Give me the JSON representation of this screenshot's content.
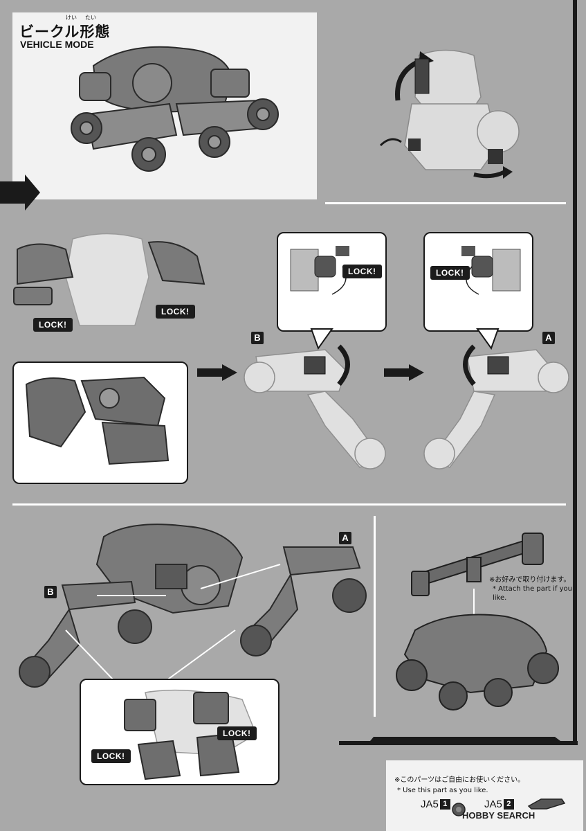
{
  "header": {
    "title_jp": "ビークル形態",
    "ruby_left": "けい",
    "ruby_right": "たい",
    "title_en": "VEHICLE MODE"
  },
  "locks": {
    "lock1": "LOCK!",
    "lock2": "LOCK!",
    "lock3": "LOCK!",
    "lock4": "LOCK!",
    "lock5": "LOCK!",
    "lock6": "LOCK!"
  },
  "badges": {
    "b_mid": "B",
    "a_mid": "A",
    "a_low": "A",
    "b_low": "B"
  },
  "weapon_note": {
    "jp": "※お好みで取り付けます。",
    "en": "* Attach the part if you like."
  },
  "parts_note": {
    "jp": "※このパーツはご自由にお使いください。",
    "en": "* Use this part as you like.",
    "part1_code": "JA5",
    "part1_num": "1",
    "part2_code": "JA5",
    "part2_num": "2"
  },
  "watermark": "HOBBY SEARCH",
  "colors": {
    "page_bg": "#a9a9a9",
    "frame": "#1a1a1a",
    "panel": "#ffffff",
    "lock_tag": "#1c1c1c"
  }
}
